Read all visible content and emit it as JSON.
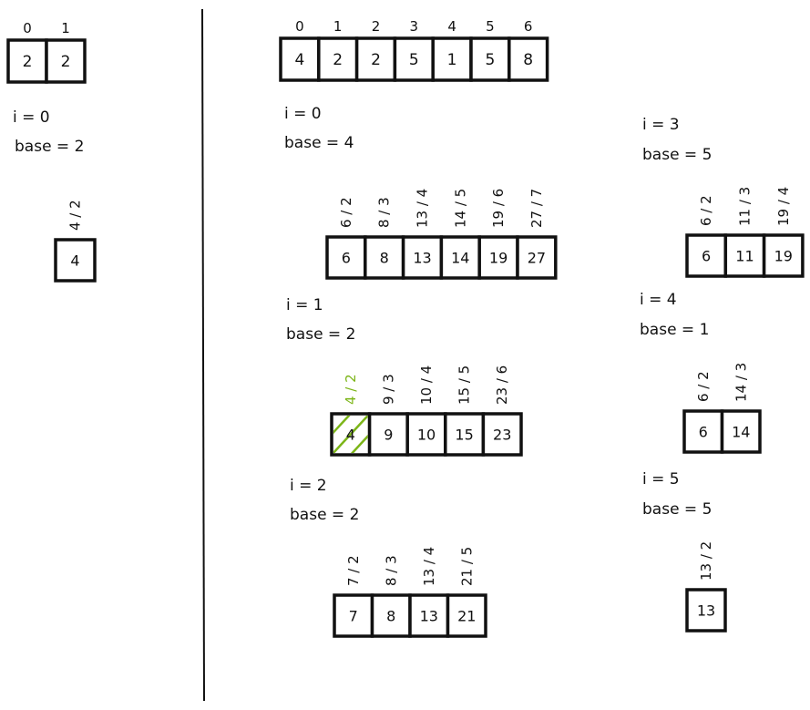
{
  "input_small": {
    "indices": [
      "0",
      "1"
    ],
    "cells": [
      "2",
      "2"
    ],
    "i_label": "i = 0",
    "base_label": "base = 2"
  },
  "input_small_result": {
    "cells": [
      {
        "value": "4",
        "rot": "4 / 2",
        "highlight": false
      }
    ]
  },
  "input_large": {
    "indices": [
      "0",
      "1",
      "2",
      "3",
      "4",
      "5",
      "6"
    ],
    "cells": [
      "4",
      "2",
      "2",
      "5",
      "1",
      "5",
      "8"
    ]
  },
  "steps": [
    {
      "i_label": "i = 0",
      "base_label": "base = 4",
      "cells": [
        {
          "value": "6",
          "rot": "6 / 2",
          "highlight": false
        },
        {
          "value": "8",
          "rot": "8 / 3",
          "highlight": false
        },
        {
          "value": "13",
          "rot": "13 / 4",
          "highlight": false
        },
        {
          "value": "14",
          "rot": "14 / 5",
          "highlight": false
        },
        {
          "value": "19",
          "rot": "19 / 6",
          "highlight": false
        },
        {
          "value": "27",
          "rot": "27 / 7",
          "highlight": false
        }
      ]
    },
    {
      "i_label": "i = 1",
      "base_label": "base = 2",
      "cells": [
        {
          "value": "4",
          "rot": "4 / 2",
          "highlight": true
        },
        {
          "value": "9",
          "rot": "9 / 3",
          "highlight": false
        },
        {
          "value": "10",
          "rot": "10 / 4",
          "highlight": false
        },
        {
          "value": "15",
          "rot": "15 / 5",
          "highlight": false
        },
        {
          "value": "23",
          "rot": "23 / 6",
          "highlight": false
        }
      ]
    },
    {
      "i_label": "i = 2",
      "base_label": "base = 2",
      "cells": [
        {
          "value": "7",
          "rot": "7 / 2",
          "highlight": false
        },
        {
          "value": "8",
          "rot": "8 / 3",
          "highlight": false
        },
        {
          "value": "13",
          "rot": "13 / 4",
          "highlight": false
        },
        {
          "value": "21",
          "rot": "21 / 5",
          "highlight": false
        }
      ]
    },
    {
      "i_label": "i = 3",
      "base_label": "base = 5",
      "cells": [
        {
          "value": "6",
          "rot": "6 / 2",
          "highlight": false
        },
        {
          "value": "11",
          "rot": "11 / 3",
          "highlight": false
        },
        {
          "value": "19",
          "rot": "19 / 4",
          "highlight": false
        }
      ]
    },
    {
      "i_label": "i = 4",
      "base_label": "base = 1",
      "cells": [
        {
          "value": "6",
          "rot": "6 / 2",
          "highlight": false
        },
        {
          "value": "14",
          "rot": "14 / 3",
          "highlight": false
        }
      ]
    },
    {
      "i_label": "i = 5",
      "base_label": "base = 5",
      "cells": [
        {
          "value": "13",
          "rot": "13 / 2",
          "highlight": false
        }
      ]
    }
  ],
  "colors": {
    "ink": "#111111",
    "highlight": "#7cb518"
  }
}
